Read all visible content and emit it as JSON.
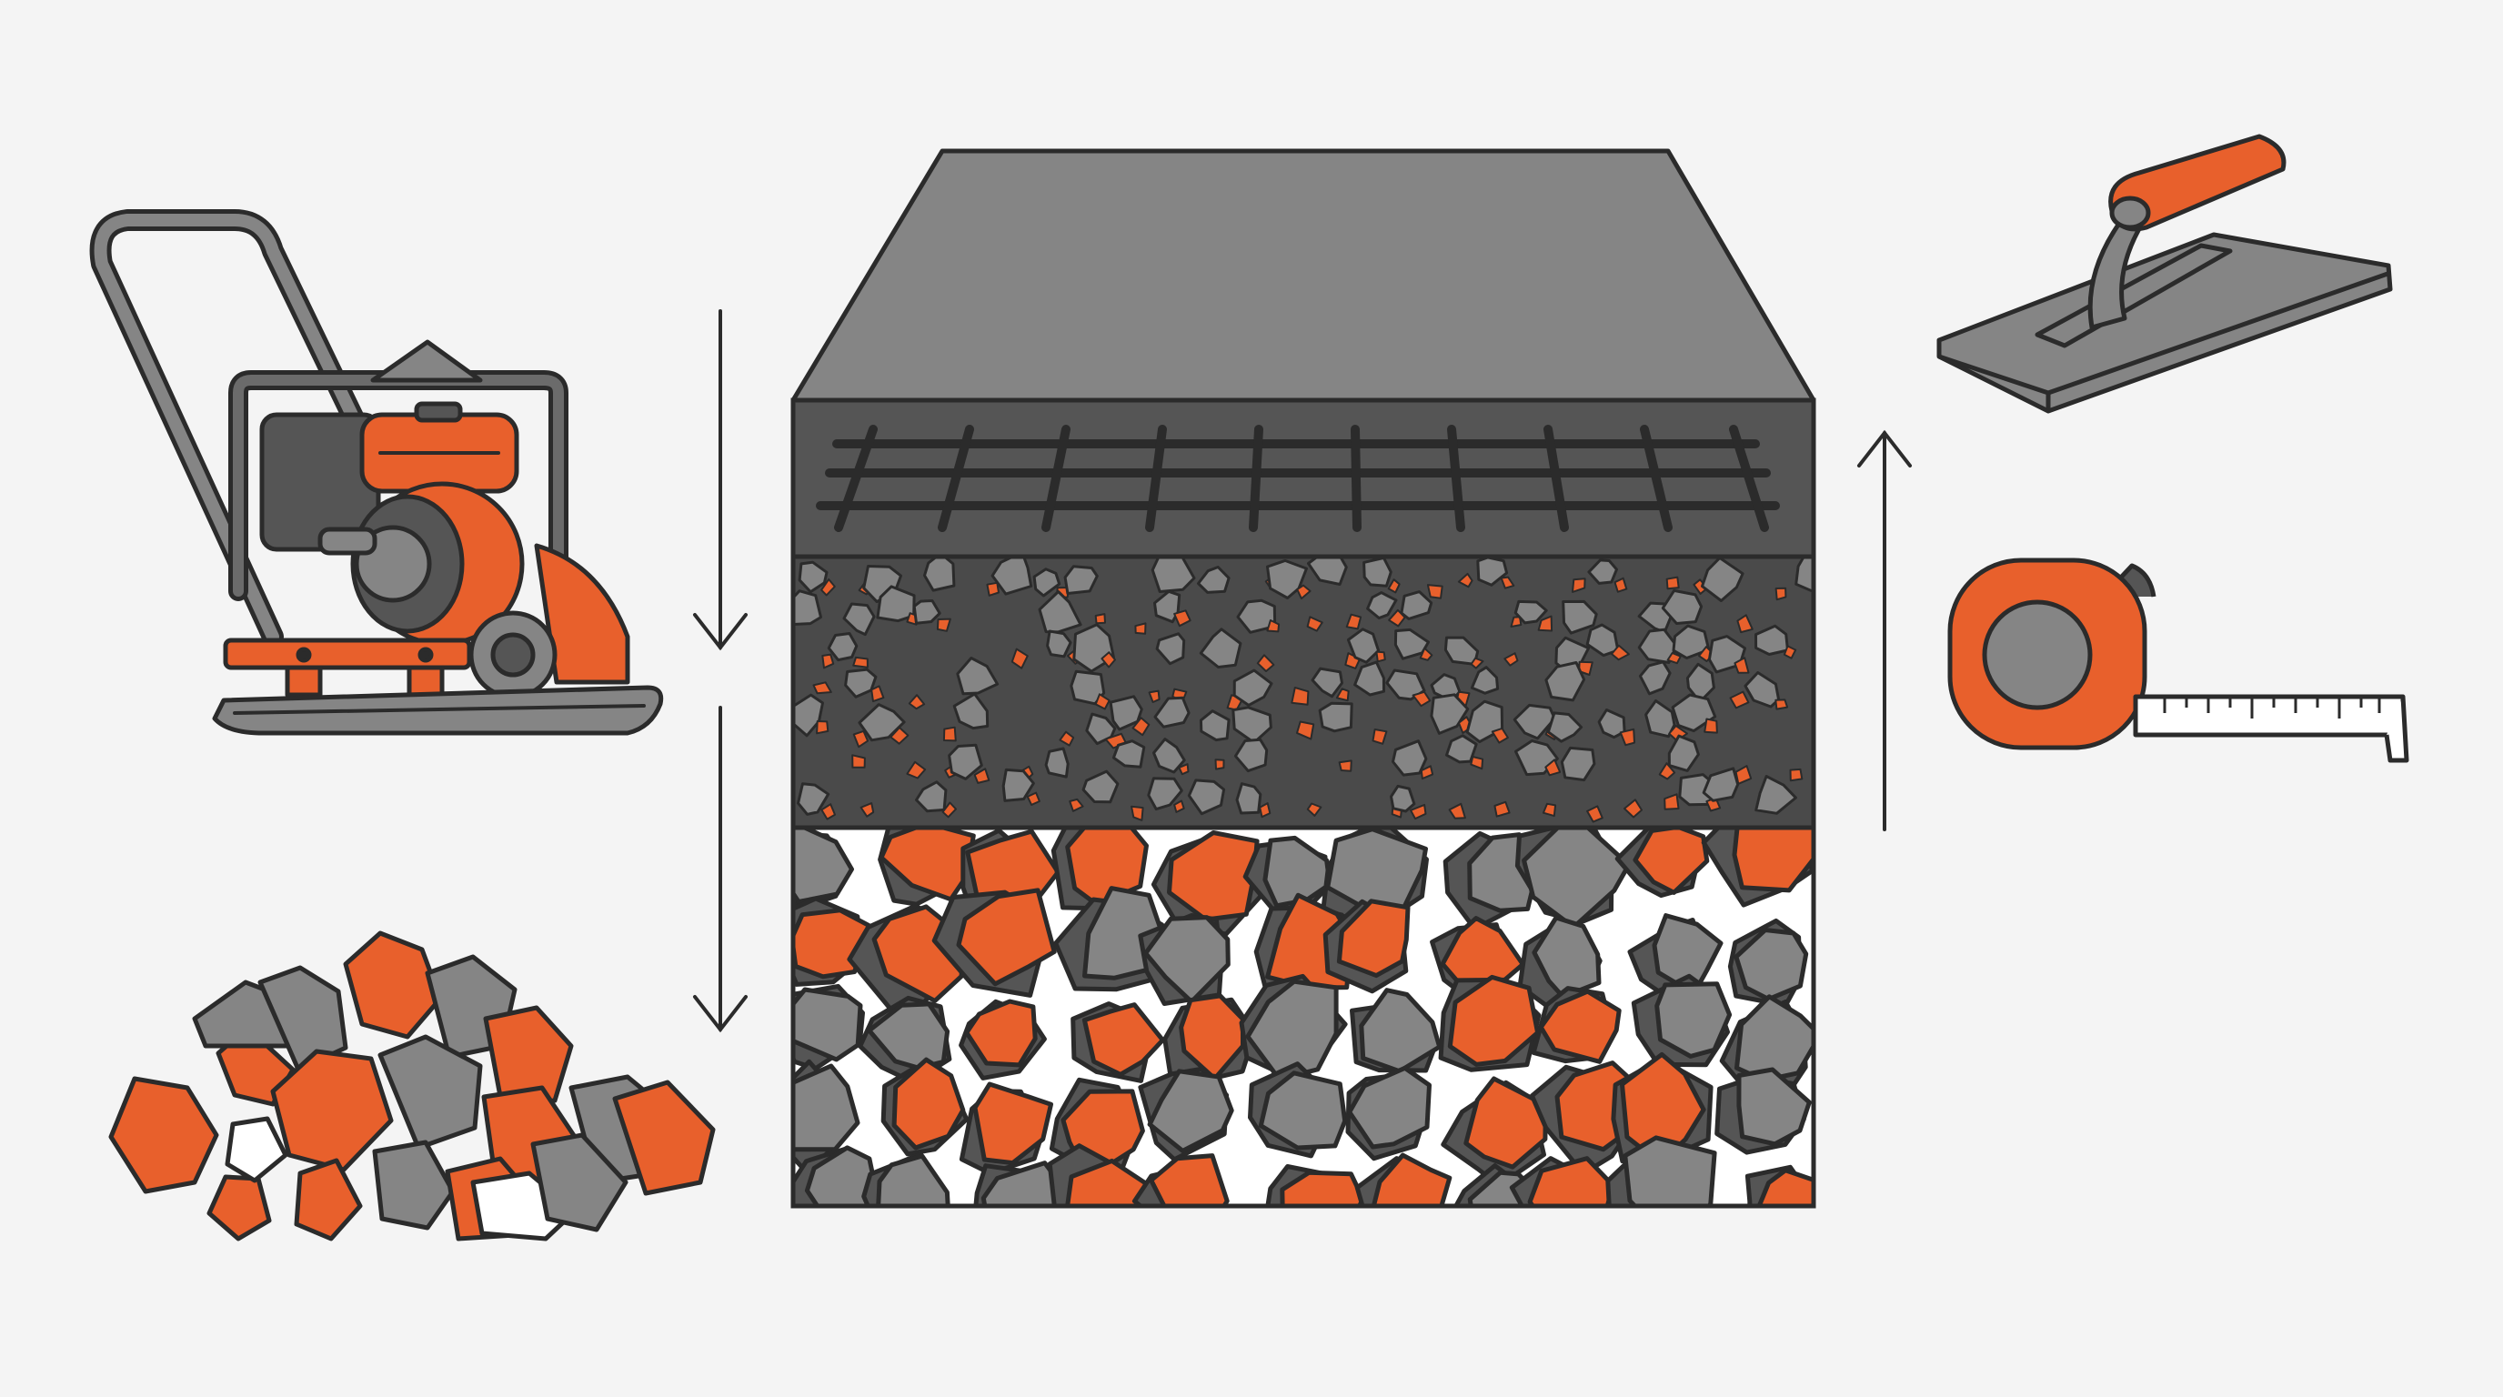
{
  "palette": {
    "orange": "#e8602c",
    "gray": "#858585",
    "dark_gray": "#555555",
    "charcoal": "#4a4a4a",
    "outline": "#2b2b2b",
    "background": "#f4f4f4",
    "white": "#ffffff"
  },
  "diagram": {
    "layers": [
      {
        "id": "concrete-slab",
        "fill": "#858585"
      },
      {
        "id": "rebar-grid",
        "fill": "#555555"
      },
      {
        "id": "gravel-base",
        "fill": "#4a4a4a"
      },
      {
        "id": "large-rock-sub-base",
        "fill": "#ffffff"
      }
    ],
    "arrows": [
      {
        "id": "arrow-down-upper",
        "direction": "down"
      },
      {
        "id": "arrow-down-lower",
        "direction": "down"
      },
      {
        "id": "arrow-up-right",
        "direction": "up"
      }
    ],
    "tools": [
      {
        "id": "plate-compactor",
        "icon": "plate-compactor-icon"
      },
      {
        "id": "rock-pile",
        "icon": "rock-pile-icon"
      },
      {
        "id": "concrete-trowel",
        "icon": "trowel-icon"
      },
      {
        "id": "tape-measure",
        "icon": "tape-measure-icon"
      }
    ]
  }
}
